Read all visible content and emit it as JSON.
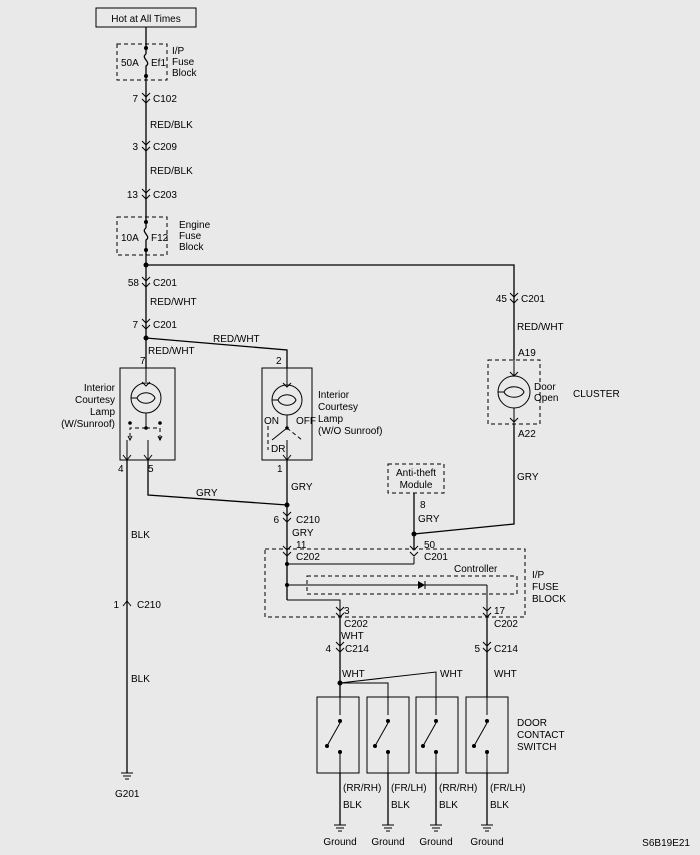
{
  "hot_label": "Hot at All Times",
  "diagram_code": "S6B19E21",
  "fuses": {
    "ef1": {
      "rating": "50A",
      "id": "Ef1",
      "block": [
        "I/P",
        "Fuse",
        "Block"
      ]
    },
    "f12": {
      "rating": "10A",
      "id": "F12",
      "block": [
        "Engine",
        "Fuse",
        "Block"
      ]
    }
  },
  "connectors": {
    "c102": {
      "pin": "7",
      "name": "C102"
    },
    "c209": {
      "pin": "3",
      "name": "C209"
    },
    "c203": {
      "pin": "13",
      "name": "C203"
    },
    "c201_58": {
      "pin": "58",
      "name": "C201"
    },
    "c201_7": {
      "pin": "7",
      "name": "C201"
    },
    "c201_45": {
      "pin": "45",
      "name": "C201"
    },
    "c210_6": {
      "pin": "6",
      "name": "C210"
    },
    "c210_1": {
      "pin": "1",
      "name": "C210"
    },
    "c202_11": {
      "pin": "11",
      "name": "C202"
    },
    "c201_50": {
      "pin": "50",
      "name": "C201"
    },
    "c202_3": {
      "pin": "3",
      "name": "C202"
    },
    "c202_17": {
      "pin": "17",
      "name": "C202"
    },
    "c214_4": {
      "pin": "4",
      "name": "C214"
    },
    "c214_5": {
      "pin": "5",
      "name": "C214"
    }
  },
  "wires": {
    "red_blk_1": "RED/BLK",
    "red_blk_2": "RED/BLK",
    "red_wht_1": "RED/WHT",
    "red_wht_2": "RED/WHT",
    "red_wht_3": "RED/WHT",
    "red_wht_4": "RED/WHT",
    "gry_1": "GRY",
    "gry_2": "GRY",
    "gry_3": "GRY",
    "gry_4": "GRY",
    "gry_5": "GRY",
    "blk_1": "BLK",
    "blk_2": "BLK",
    "wht_1": "WHT",
    "wht_2": "WHT",
    "wht_3": "WHT",
    "wht_4": "WHT",
    "ground_blk": [
      "BLK",
      "BLK",
      "BLK",
      "BLK"
    ]
  },
  "lamp_sunroof": {
    "label": [
      "Interior",
      "Courtesy",
      "Lamp",
      "(W/Sunroof)"
    ],
    "pin_top": "7",
    "pin_left": "4",
    "pin_right": "5"
  },
  "lamp_no_sunroof": {
    "label": [
      "Interior",
      "Courtesy",
      "Lamp",
      "(W/O Sunroof)"
    ],
    "pin_top": "2",
    "pin_bottom": "1",
    "on": "ON",
    "off": "OFF",
    "dr": "DR"
  },
  "cluster": {
    "name": "CLUSTER",
    "lamp": [
      "Door",
      "Open"
    ],
    "pin_top": "A19",
    "pin_bottom": "A22"
  },
  "antitheft": {
    "label": [
      "Anti-theft",
      "Module"
    ],
    "pin": "8"
  },
  "ip_fuse_block": {
    "label": [
      "I/P",
      "FUSE",
      "BLOCK"
    ],
    "controller": "Controller"
  },
  "door_switch": {
    "label": [
      "DOOR",
      "CONTACT",
      "SWITCH"
    ],
    "positions": [
      "(RR/RH)",
      "(FR/LH)",
      "(RR/RH)",
      "(FR/LH)"
    ],
    "grounds": [
      "Ground",
      "Ground",
      "Ground",
      "Ground"
    ]
  },
  "g201": {
    "pin": "1",
    "name": "C210",
    "ground": "G201"
  }
}
